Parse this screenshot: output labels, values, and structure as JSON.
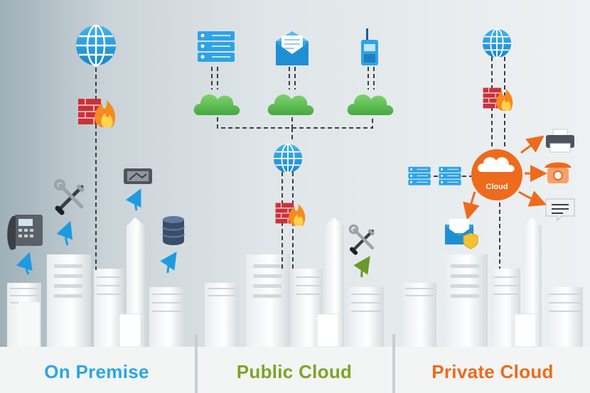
{
  "panels": {
    "on_premise": {
      "label": "On Premise",
      "color": "#2aa6e6"
    },
    "public_cloud": {
      "label": "Public Cloud",
      "color": "#7da428"
    },
    "private_cloud": {
      "label": "Private Cloud",
      "color": "#ee6a1c"
    }
  },
  "private_hub": {
    "label": "Cloud",
    "color": "#ee6a1c"
  },
  "colors": {
    "globe": "#1e9be0",
    "cloud_green": "#5cc254",
    "firewall_brick": "#c9323a",
    "flame": "#f58a1f",
    "arrow_blue": "#1e9be0",
    "arrow_green": "#6a9a2a",
    "arrow_orange": "#ee6a1c"
  },
  "icons": {
    "on_premise": [
      "globe-icon",
      "firewall-icon",
      "tools-icon",
      "desk-phone-icon",
      "projector-icon",
      "database-icon"
    ],
    "public_cloud": [
      "server-rack-icon",
      "email-icon",
      "walkie-talkie-icon",
      "cloud-icon",
      "globe-icon",
      "firewall-icon",
      "tools-icon"
    ],
    "private_cloud": [
      "globe-icon",
      "firewall-icon",
      "server-rack-icon",
      "printer-icon",
      "telephone-icon",
      "chat-icon",
      "secure-email-icon"
    ]
  }
}
